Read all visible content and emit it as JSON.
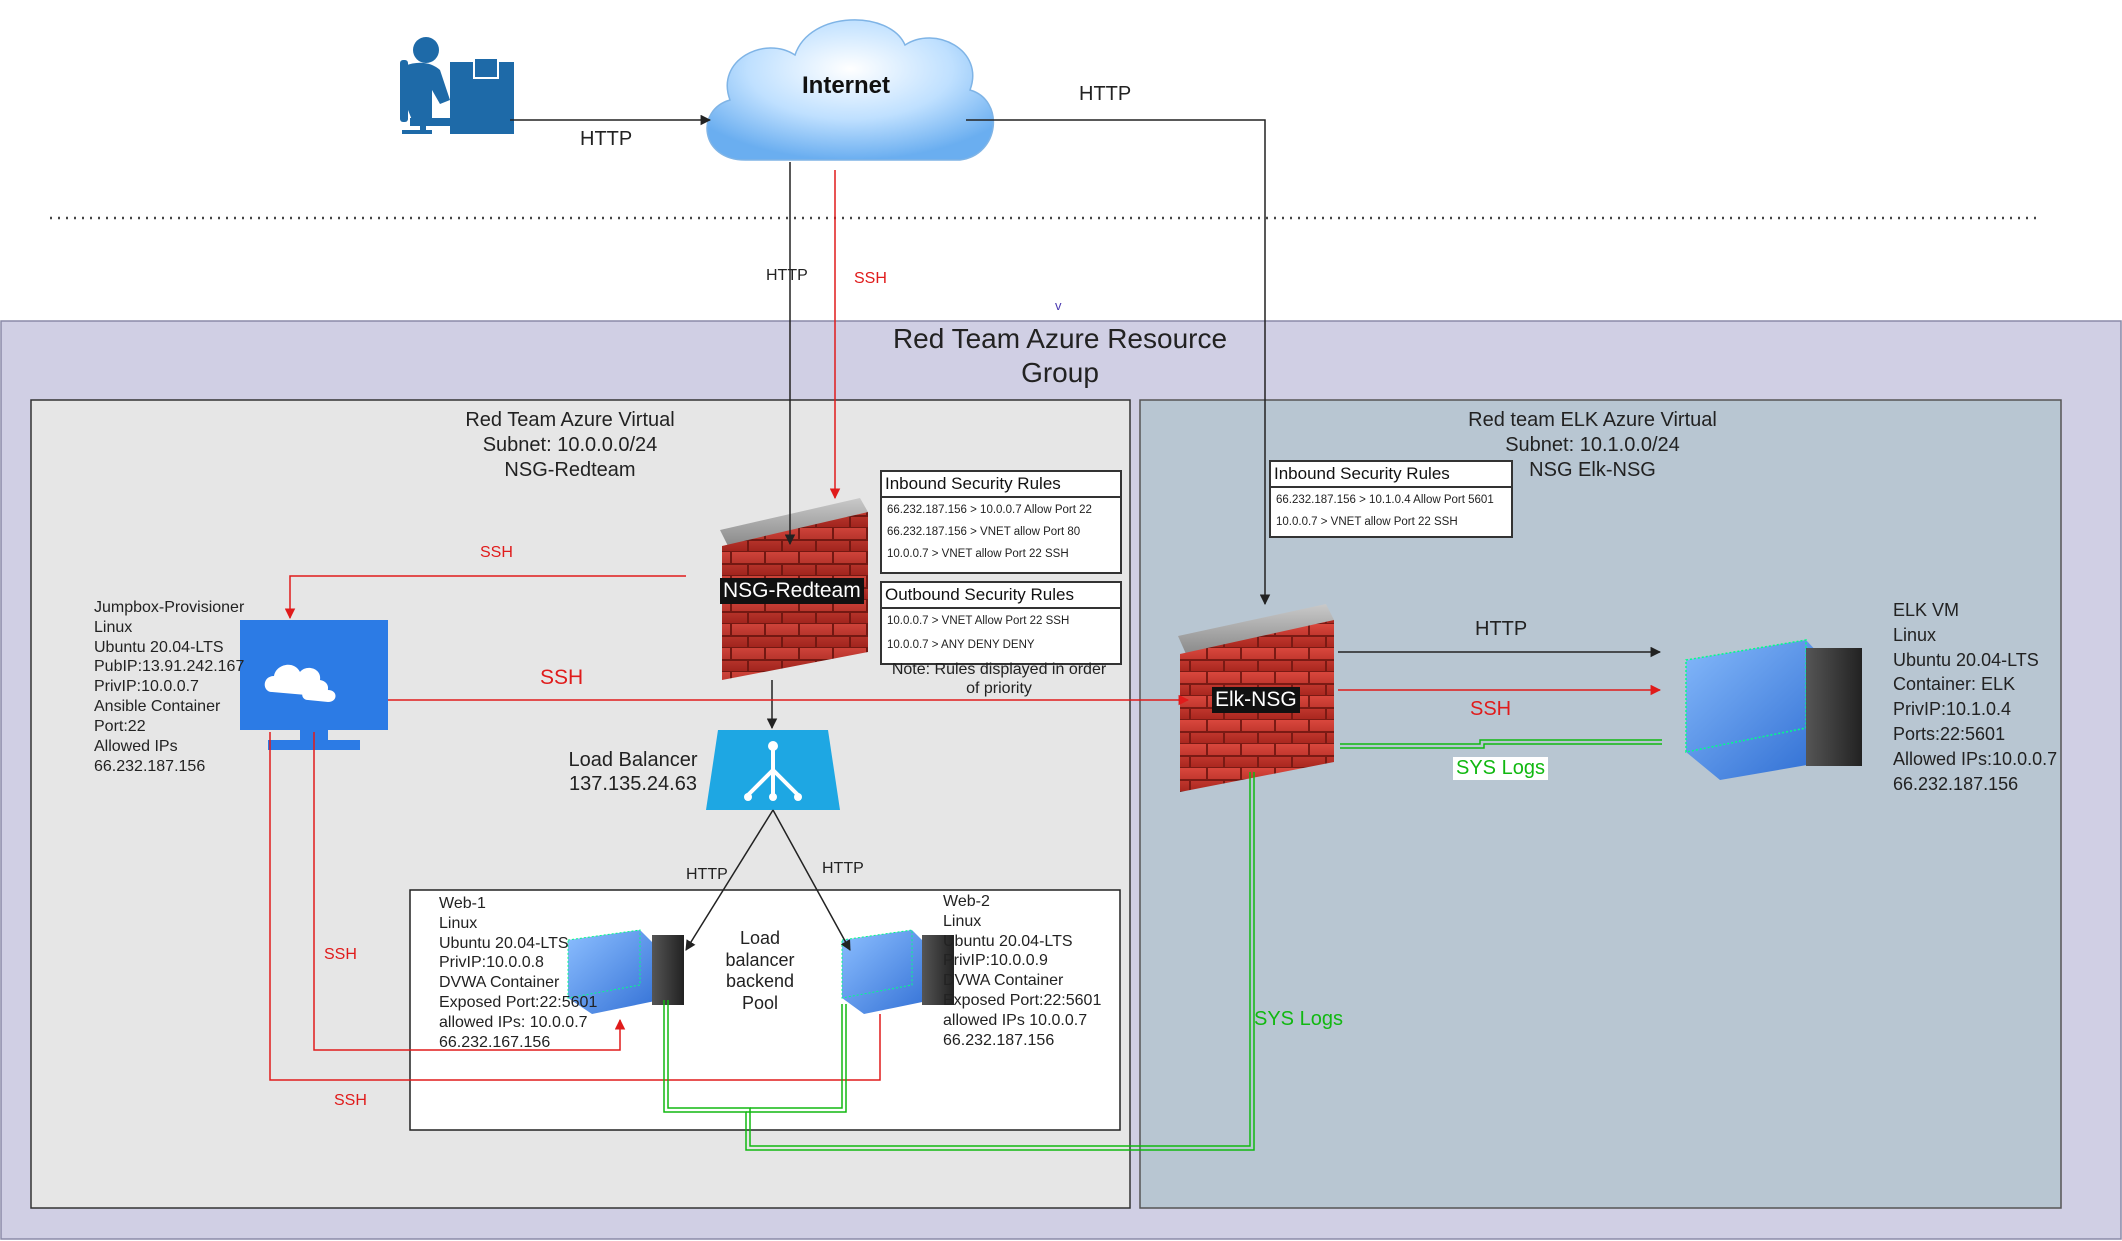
{
  "internet": {
    "label": "Internet"
  },
  "edges": {
    "user_to_internet": "HTTP",
    "internet_to_elk": "HTTP",
    "internet_http_down": "HTTP",
    "internet_ssh_down": "SSH",
    "nsg_to_jumpbox": "SSH",
    "jumpbox_to_elknsg": "SSH",
    "lb_to_web1": "HTTP",
    "lb_to_web2": "HTTP",
    "jumpbox_to_web1": "SSH",
    "jumpbox_to_web2": "SSH",
    "elknsg_to_elk_http": "HTTP",
    "elknsg_to_elk_ssh": "SSH",
    "syslogs_elk": "SYS Logs",
    "syslogs_web": "SYS Logs"
  },
  "small_mark": "v",
  "resource_group": {
    "title_line1": "Red Team Azure Resource",
    "title_line2": "Group"
  },
  "red_vnet": {
    "lines": [
      "Red Team Azure Virtual",
      "Subnet: 10.0.0.0/24",
      "NSG-Redteam"
    ]
  },
  "elk_vnet": {
    "lines": [
      "Red team ELK Azure Virtual",
      "Subnet: 10.1.0.0/24",
      "NSG Elk-NSG"
    ]
  },
  "nsg_redteam": {
    "label": "NSG-Redteam"
  },
  "elk_nsg": {
    "label": "Elk-NSG"
  },
  "red_inbound": {
    "title": "Inbound Security Rules",
    "rules": [
      "66.232.187.156 > 10.0.0.7 Allow Port 22",
      "66.232.187.156 > VNET allow Port 80",
      "10.0.0.7 > VNET allow Port 22 SSH"
    ]
  },
  "red_outbound": {
    "title": "Outbound Security Rules",
    "rules": [
      "10.0.0.7 > VNET Allow Port 22 SSH",
      "10.0.0.7 > ANY DENY DENY"
    ]
  },
  "rules_note": {
    "line1": "Note: Rules displayed in order",
    "line2": "of priority"
  },
  "elk_inbound": {
    "title": "Inbound Security Rules",
    "rules": [
      "66.232.187.156 > 10.1.0.4  Allow Port 5601",
      "10.0.0.7 > VNET allow Port 22 SSH"
    ]
  },
  "jumpbox": {
    "lines": [
      "Jumpbox-Provisioner",
      "Linux",
      "Ubuntu 20.04-LTS",
      "PubIP:13.91.242.167",
      "PrivIP:10.0.0.7",
      "Ansible Container",
      "Port:22",
      "Allowed IPs",
      "66.232.187.156"
    ]
  },
  "load_balancer": {
    "name": "Load Balancer",
    "ip": "137.135.24.63"
  },
  "backend_pool": {
    "lines": [
      "Load",
      "balancer",
      "backend",
      "Pool"
    ]
  },
  "web1": {
    "lines": [
      "Web-1",
      "Linux",
      "Ubuntu 20.04-LTS",
      "PrivIP:10.0.0.8",
      "DVWA Container",
      "Exposed Port:22:5601",
      "allowed IPs: 10.0.0.7",
      "66.232.167.156"
    ]
  },
  "web2": {
    "lines": [
      "Web-2",
      "Linux",
      "Ubuntu 20.04-LTS",
      "PrivIP:10.0.0.9",
      "DVWA Container",
      "Exposed Port:22:5601",
      "allowed IPs 10.0.0.7",
      "66.232.187.156"
    ]
  },
  "elk_vm": {
    "lines": [
      "ELK VM",
      "Linux",
      "Ubuntu 20.04-LTS",
      "Container: ELK",
      "PrivIP:10.1.0.4",
      "Ports:22:5601",
      "Allowed IPs:10.0.0.7",
      "66.232.187.156"
    ]
  },
  "colors": {
    "ssh": "#e01b1b",
    "http": "#222222",
    "syslogs": "#11b811",
    "resource_group_bg": "#d0cfe4",
    "red_vnet_bg": "#e6e6e6",
    "elk_vnet_bg": "#b8c6d2"
  }
}
